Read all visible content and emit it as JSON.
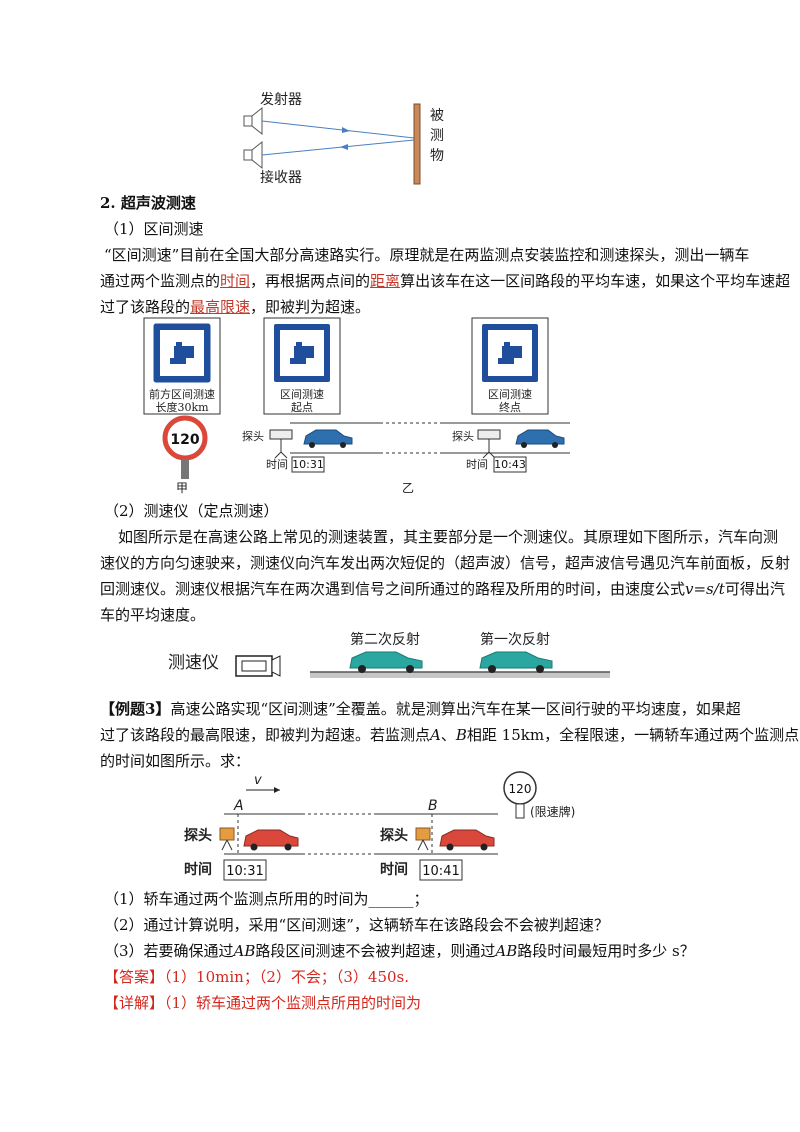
{
  "fig1": {
    "emitter": "发射器",
    "receiver": "接收器",
    "object": [
      "被",
      "测",
      "物"
    ]
  },
  "section2": {
    "heading": "2. 超声波测速",
    "sub1": "（1）区间测速",
    "para1": {
      "a": "“区间测速”目前在全国大部分高速路实行。原理就是在两监测点安装监控和测速探头，测出一辆车",
      "b1": "通过两个监测点的",
      "b_hl1": "时间",
      "b2": "，再根据两点间的",
      "b_hl2": "距离",
      "b3": "算出该车在这一区间路段的平均车速，如果这个平均车速超",
      "c1": "过了该路段的",
      "c_hl": "最高限速",
      "c2": "，即被判为超速。"
    }
  },
  "fig2": {
    "sign_front_lines": [
      "前方区间测速",
      "长度30km"
    ],
    "speed_limit": "120",
    "label_jia": "甲",
    "start_sign": [
      "区间测速",
      "起点"
    ],
    "end_sign": [
      "区间测速",
      "终点"
    ],
    "probe": "探头",
    "time_label": "时间",
    "time1": "10:31",
    "time2": "10:43",
    "label_yi": "乙"
  },
  "sub2": "（2）测速仪（定点测速）",
  "para2": [
    "如图所示是在高速公路上常见的测速装置，其主要部分是一个测速仪。其原理如下图所示，汽车向测",
    "速仪的方向匀速驶来，测速仪向汽车发出两次短促的（超声波）信号，超声波信号遇见汽车前面板，反射",
    "回测速仪。测速仪根据汽车在两次遇到信号之间所通过的路程及所用的时间，由速度公式",
    "车的平均速度。"
  ],
  "para2_formula": "v=s/t",
  "para2_tail": "可得出汽",
  "fig3": {
    "device": "测速仪",
    "second": "第二次反射",
    "first": "第一次反射"
  },
  "example": {
    "tag": "【例题3】",
    "line1": "高速公路实现“区间测速”全覆盖。就是测算出汽车在某一区间行驶的平均速度，如果超",
    "line2_a": "过了该路段的最高限速，即被判为超速。若监测点",
    "line2_A": "A",
    "line2_b": "、",
    "line2_B": "B",
    "line2_c": "相距 15km，全程限速，一辆轿车通过两个监测点",
    "line3": "的时间如图所示。求："
  },
  "fig4": {
    "v": "v",
    "pointA": "A",
    "pointB": "B",
    "speed_limit": "120",
    "limit_label": "(限速牌)",
    "probe": "探头",
    "time_label": "时间",
    "time1": "10:31",
    "time2": "10:41"
  },
  "questions": {
    "q1": "（1）轿车通过两个监测点所用的时间为______；",
    "q2": "（2）通过计算说明，采用“区间测速”，这辆轿车在该路段会不会被判超速？",
    "q3_a": "（3）若要确保通过",
    "q3_AB1": "AB",
    "q3_b": "路段区间测速不会被判超速，则通过",
    "q3_AB2": "AB",
    "q3_c": "路段时间最短用时多少 s？"
  },
  "answer": {
    "tag": "【答案】",
    "text": "（1）10min；（2）不会；（3）450s."
  },
  "explain": {
    "tag": "【详解】",
    "text": "（1）轿车通过两个监测点所用的时间为"
  },
  "colors": {
    "red": "#d4281e",
    "sign_blue": "#1f4e9c",
    "car_teal": "#2aa7a0",
    "car_red": "#d9483b"
  }
}
